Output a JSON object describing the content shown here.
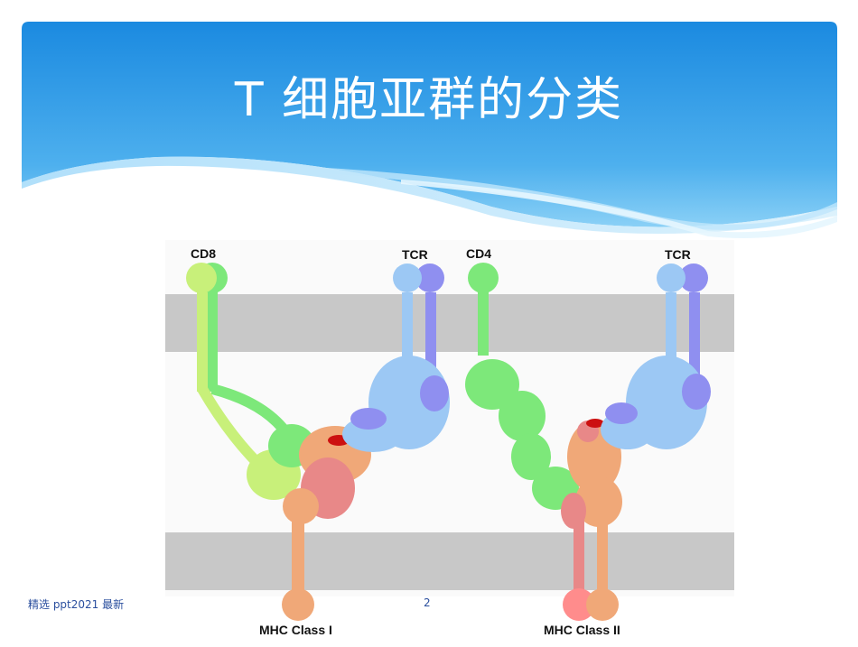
{
  "slide": {
    "title": "T 细胞亚群的分类",
    "footer_text": "精选 ppt2021 最新",
    "page_number": "2"
  },
  "figure": {
    "labels": {
      "cd8": "CD8",
      "tcr_left": "TCR",
      "cd4": "CD4",
      "tcr_right": "TCR",
      "mhc1": "MHC Class I",
      "mhc2": "MHC Class II"
    }
  },
  "colors": {
    "header_top": "#1e8fe0",
    "header_bottom": "#6cc0f2",
    "membrane": "#c8c8c8",
    "cd8_alpha": "#c8f07a",
    "cd8_beta": "#7de87a",
    "cd4": "#7de87a",
    "tcr_alpha": "#9cc8f4",
    "tcr_beta": "#8f8ff0",
    "mhc_heavy": "#f0a878",
    "mhc_pink": "#e88888",
    "peptide": "#cc1010",
    "footer_text": "#2b4f9e"
  }
}
